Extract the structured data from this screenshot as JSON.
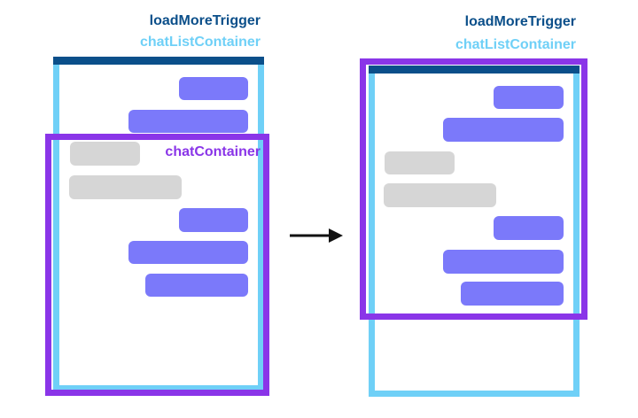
{
  "colors": {
    "trigger": "#0b4f8a",
    "list": "#6fd0f7",
    "container": "#8a35e8",
    "sent": "#7b79fa",
    "received": "#d6d6d6",
    "arrow": "#111111"
  },
  "labels": {
    "trigger": "loadMoreTrigger",
    "list": "chatListContainer",
    "container": "chatContainer"
  },
  "before": {
    "bubbles": [
      "sent",
      "sent",
      "received",
      "received",
      "sent",
      "sent",
      "sent"
    ]
  },
  "after": {
    "bubbles": [
      "sent",
      "sent",
      "received",
      "received",
      "sent",
      "sent",
      "sent"
    ]
  },
  "arrow_icon": "right-arrow-icon"
}
